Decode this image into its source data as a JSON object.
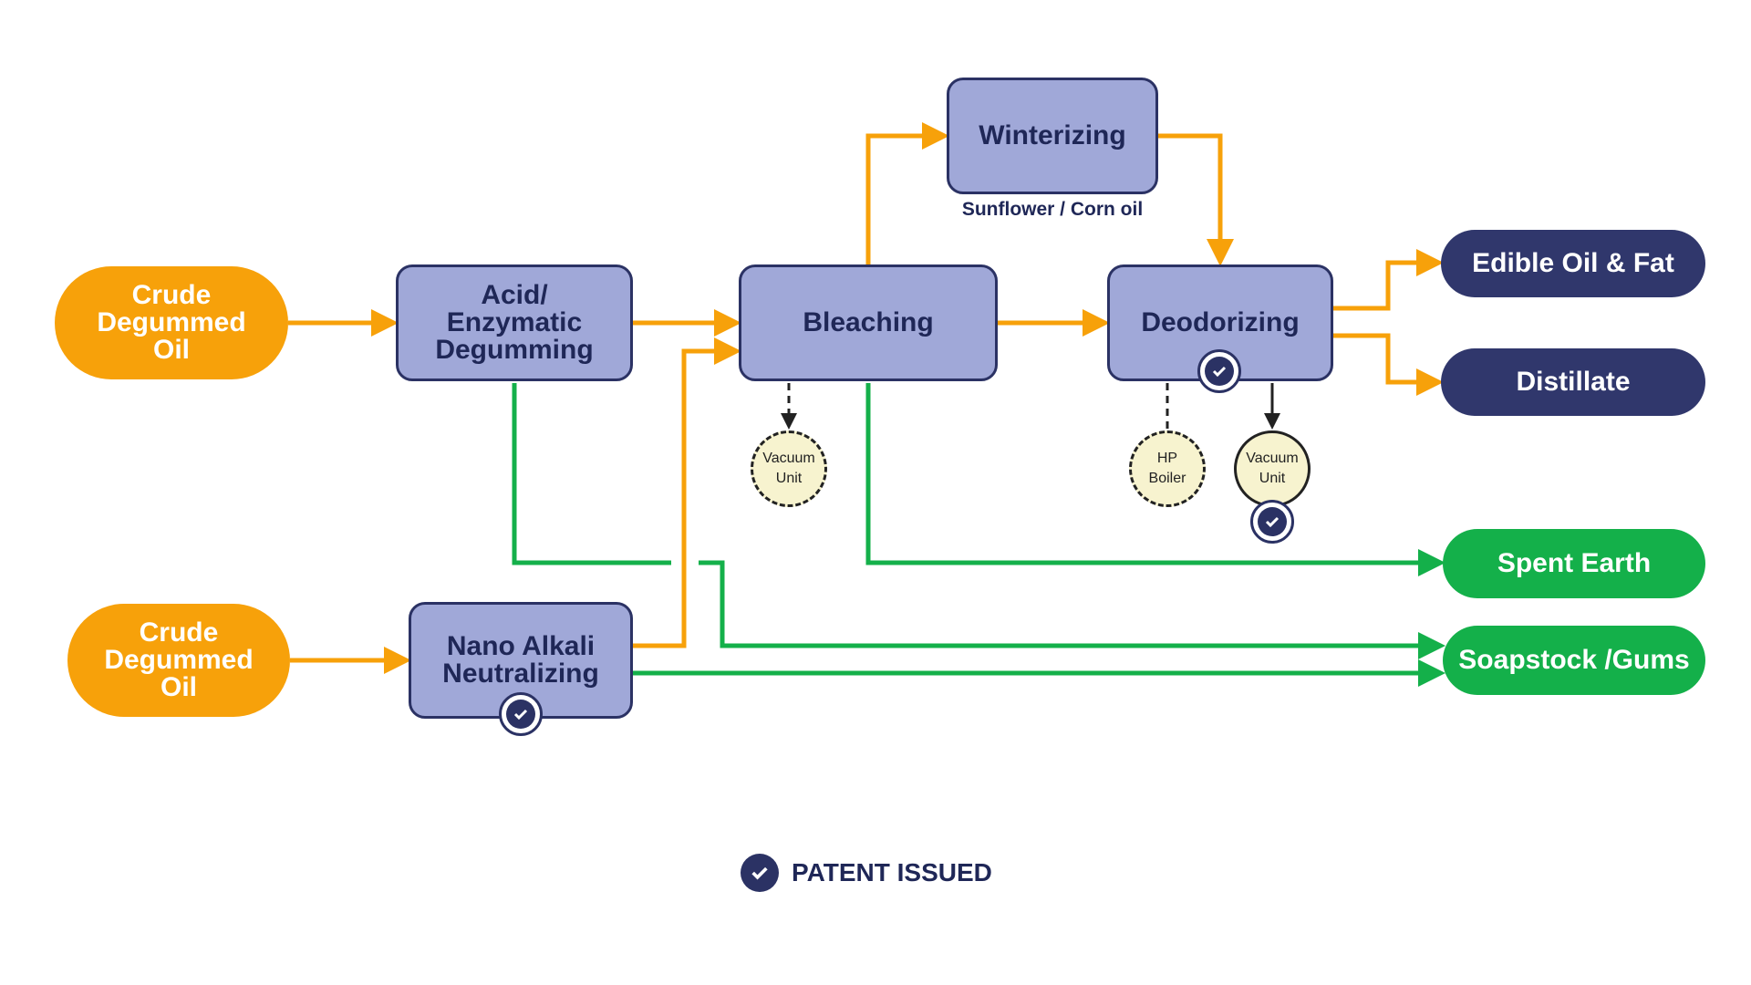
{
  "inputs": {
    "crude_top": "Crude\nDegummed\nOil",
    "crude_bottom": "Crude\nDegummed\nOil"
  },
  "processes": {
    "acid_degumming": "Acid/\nEnzymatic\nDegumming",
    "bleaching": "Bleaching",
    "winterizing": "Winterizing",
    "deodorizing": "Deodorizing",
    "nano_alkali": "Nano Alkali\nNeutralizing"
  },
  "winterizing_note": "Sunflower / Corn oil",
  "units": {
    "bleaching_vacuum": "Vacuum\nUnit",
    "hp_boiler": "HP\nBoiler",
    "deodorizing_vacuum": "Vacuum\nUnit"
  },
  "outputs": {
    "edible_oil": "Edible Oil & Fat",
    "distillate": "Distillate",
    "spent_earth": "Spent Earth",
    "soapstock": "Soapstock /Gums"
  },
  "legend": {
    "text": "PATENT ISSUED",
    "icon": "patent-check-icon"
  },
  "colors": {
    "orange_flow": "#f7a10a",
    "green_flow": "#14b04a",
    "process_fill": "#a0a8d8",
    "dark_output": "#30376c",
    "green_output": "#14b04a"
  }
}
